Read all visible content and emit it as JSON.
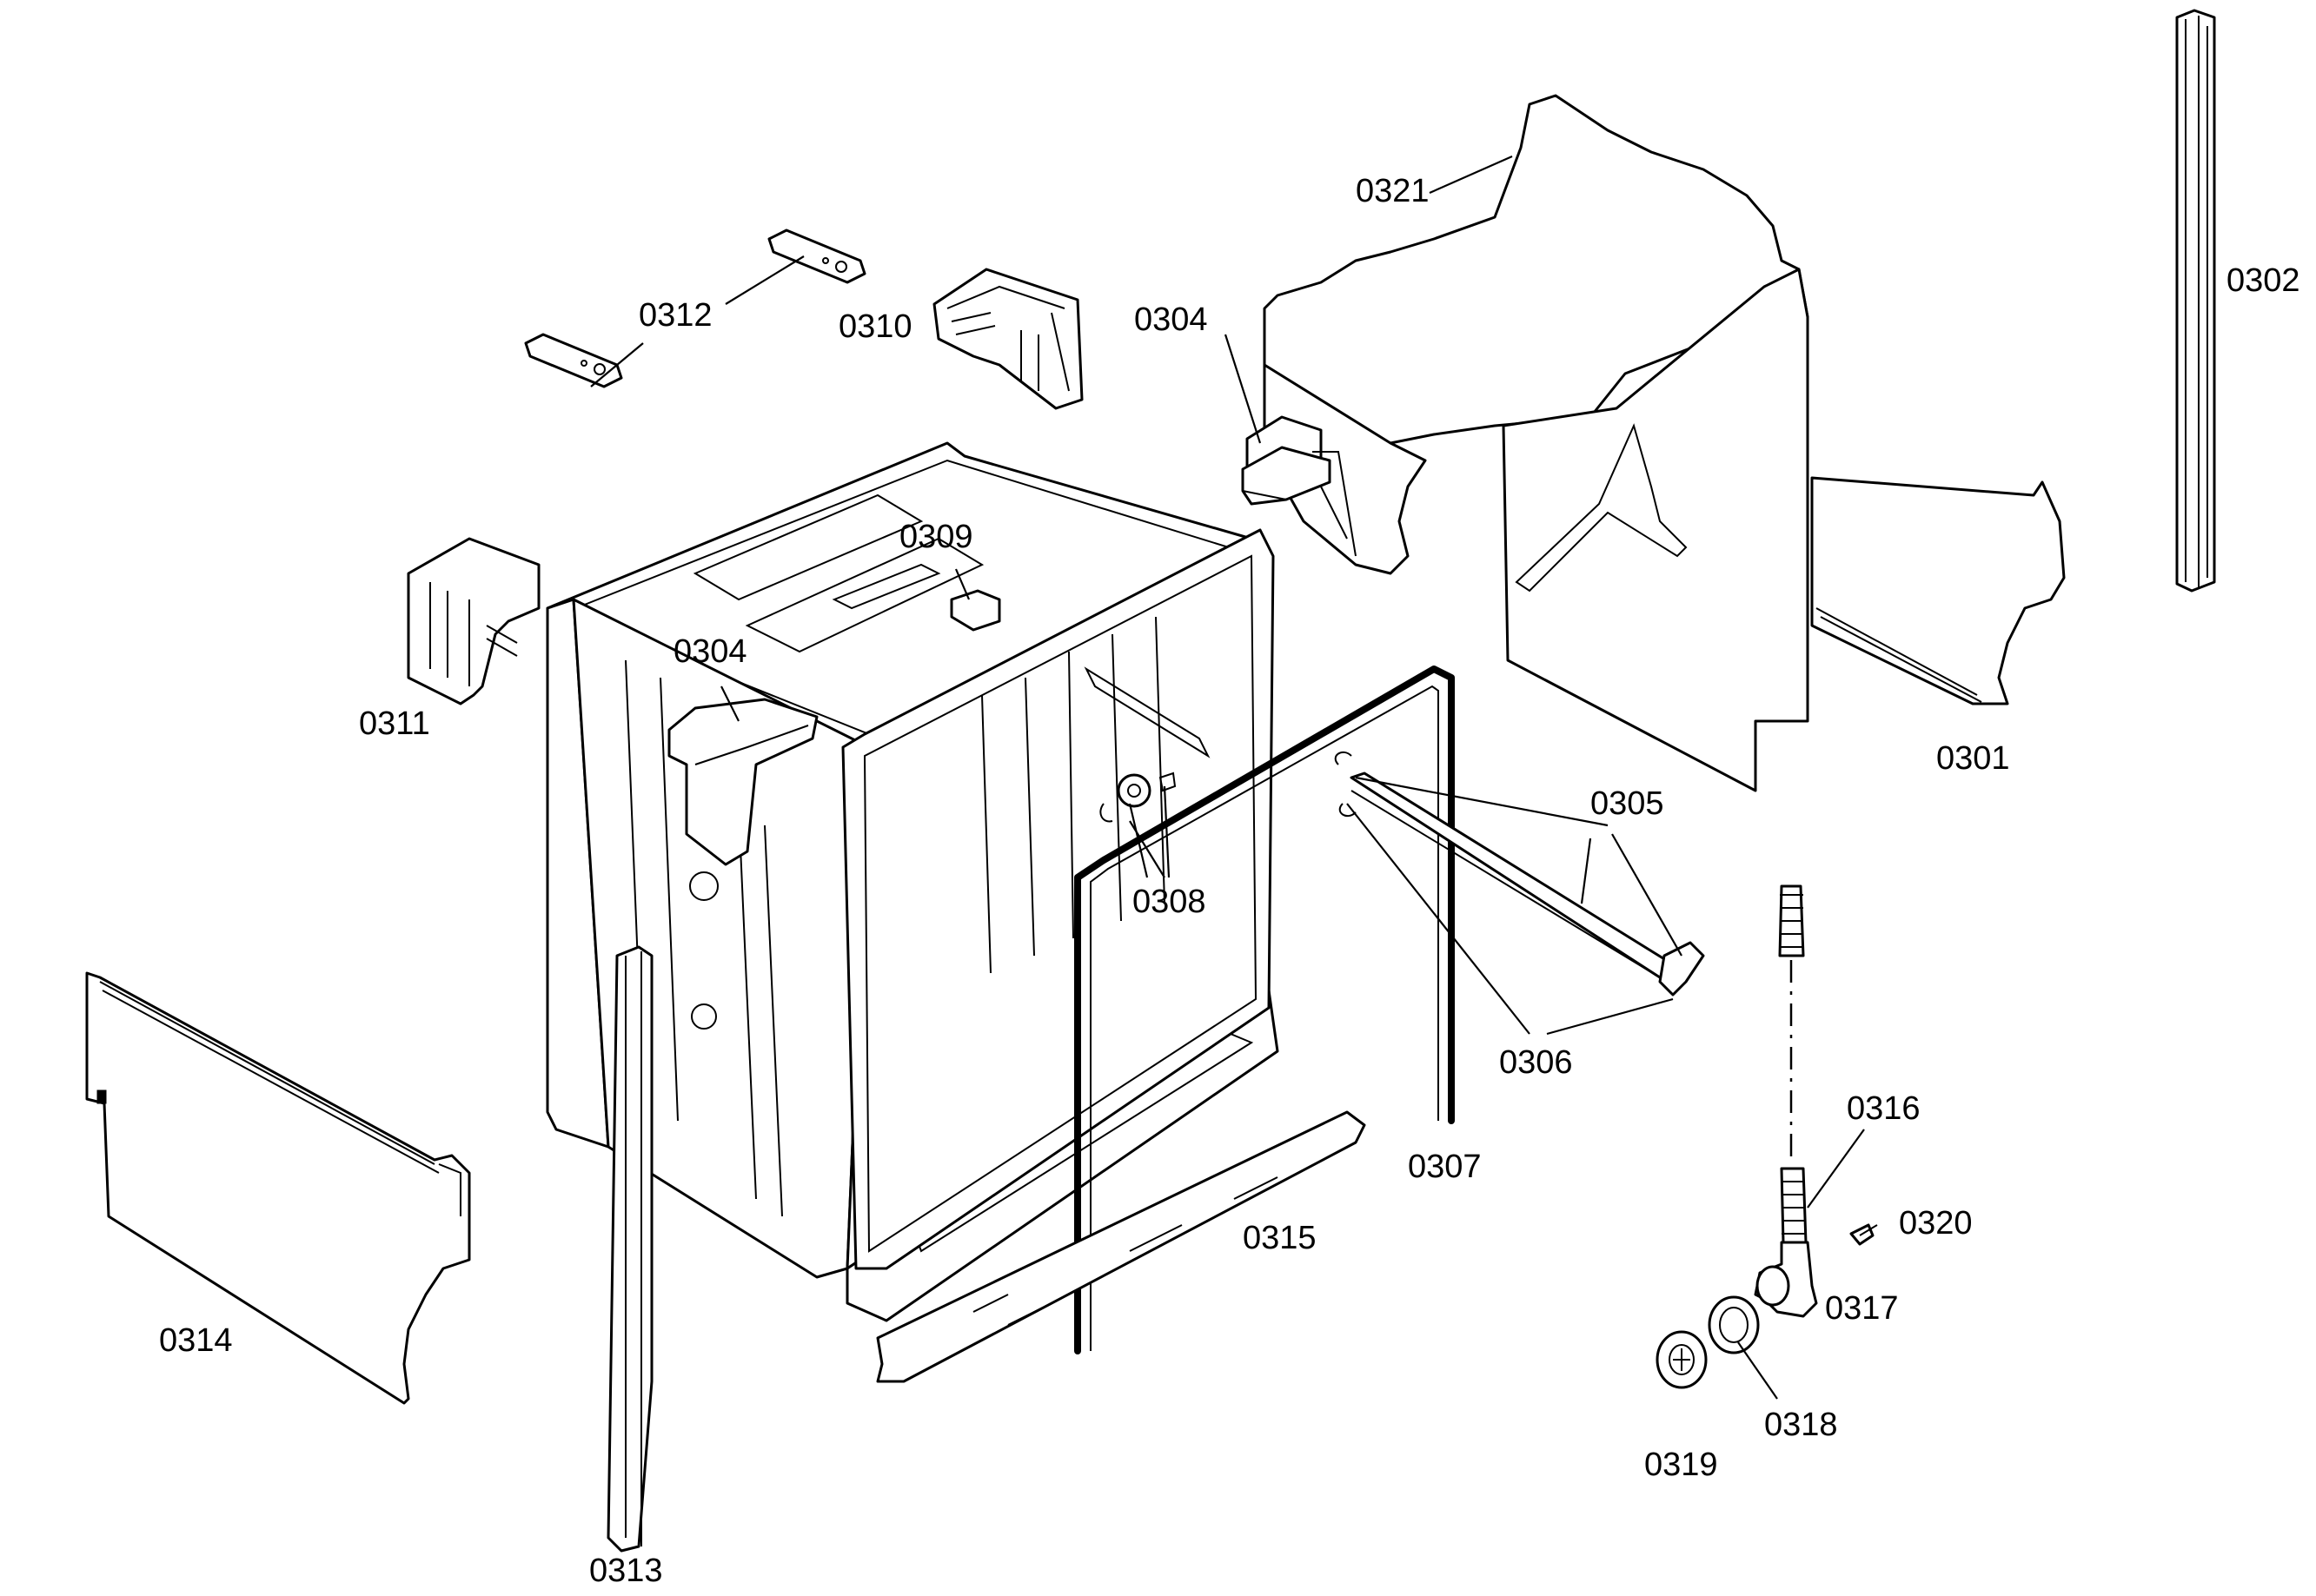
{
  "labels": {
    "p0301": "0301",
    "p0302": "0302",
    "p0304_top": "0304",
    "p0304_front": "0304",
    "p0305": "0305",
    "p0306": "0306",
    "p0307": "0307",
    "p0308": "0308",
    "p0309": "0309",
    "p0310": "0310",
    "p0311": "0311",
    "p0312": "0312",
    "p0313": "0313",
    "p0314": "0314",
    "p0315": "0315",
    "p0316": "0316",
    "p0317": "0317",
    "p0318": "0318",
    "p0319": "0319",
    "p0320": "0320",
    "p0321": "0321"
  }
}
